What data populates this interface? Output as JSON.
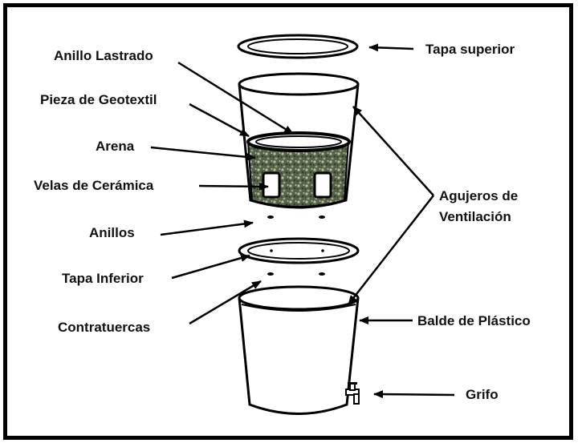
{
  "labels": {
    "tapa_superior": "Tapa superior",
    "anillo_lastrado": "Anillo Lastrado",
    "pieza_geotextil": "Pieza de Geotextil",
    "arena": "Arena",
    "velas_ceramica": "Velas de Cerámica",
    "anillos": "Anillos",
    "tapa_inferior": "Tapa Inferior",
    "contratuercas": "Contratuercas",
    "agujeros_line1": "Agujeros de",
    "agujeros_line2": "Ventilación",
    "balde_plastico": "Balde de Plástico",
    "grifo": "Grifo"
  },
  "colors": {
    "outline": "#000000",
    "background": "#ffffff",
    "sand_dark": "#3d4a30",
    "sand_light": "#a7b48f"
  }
}
